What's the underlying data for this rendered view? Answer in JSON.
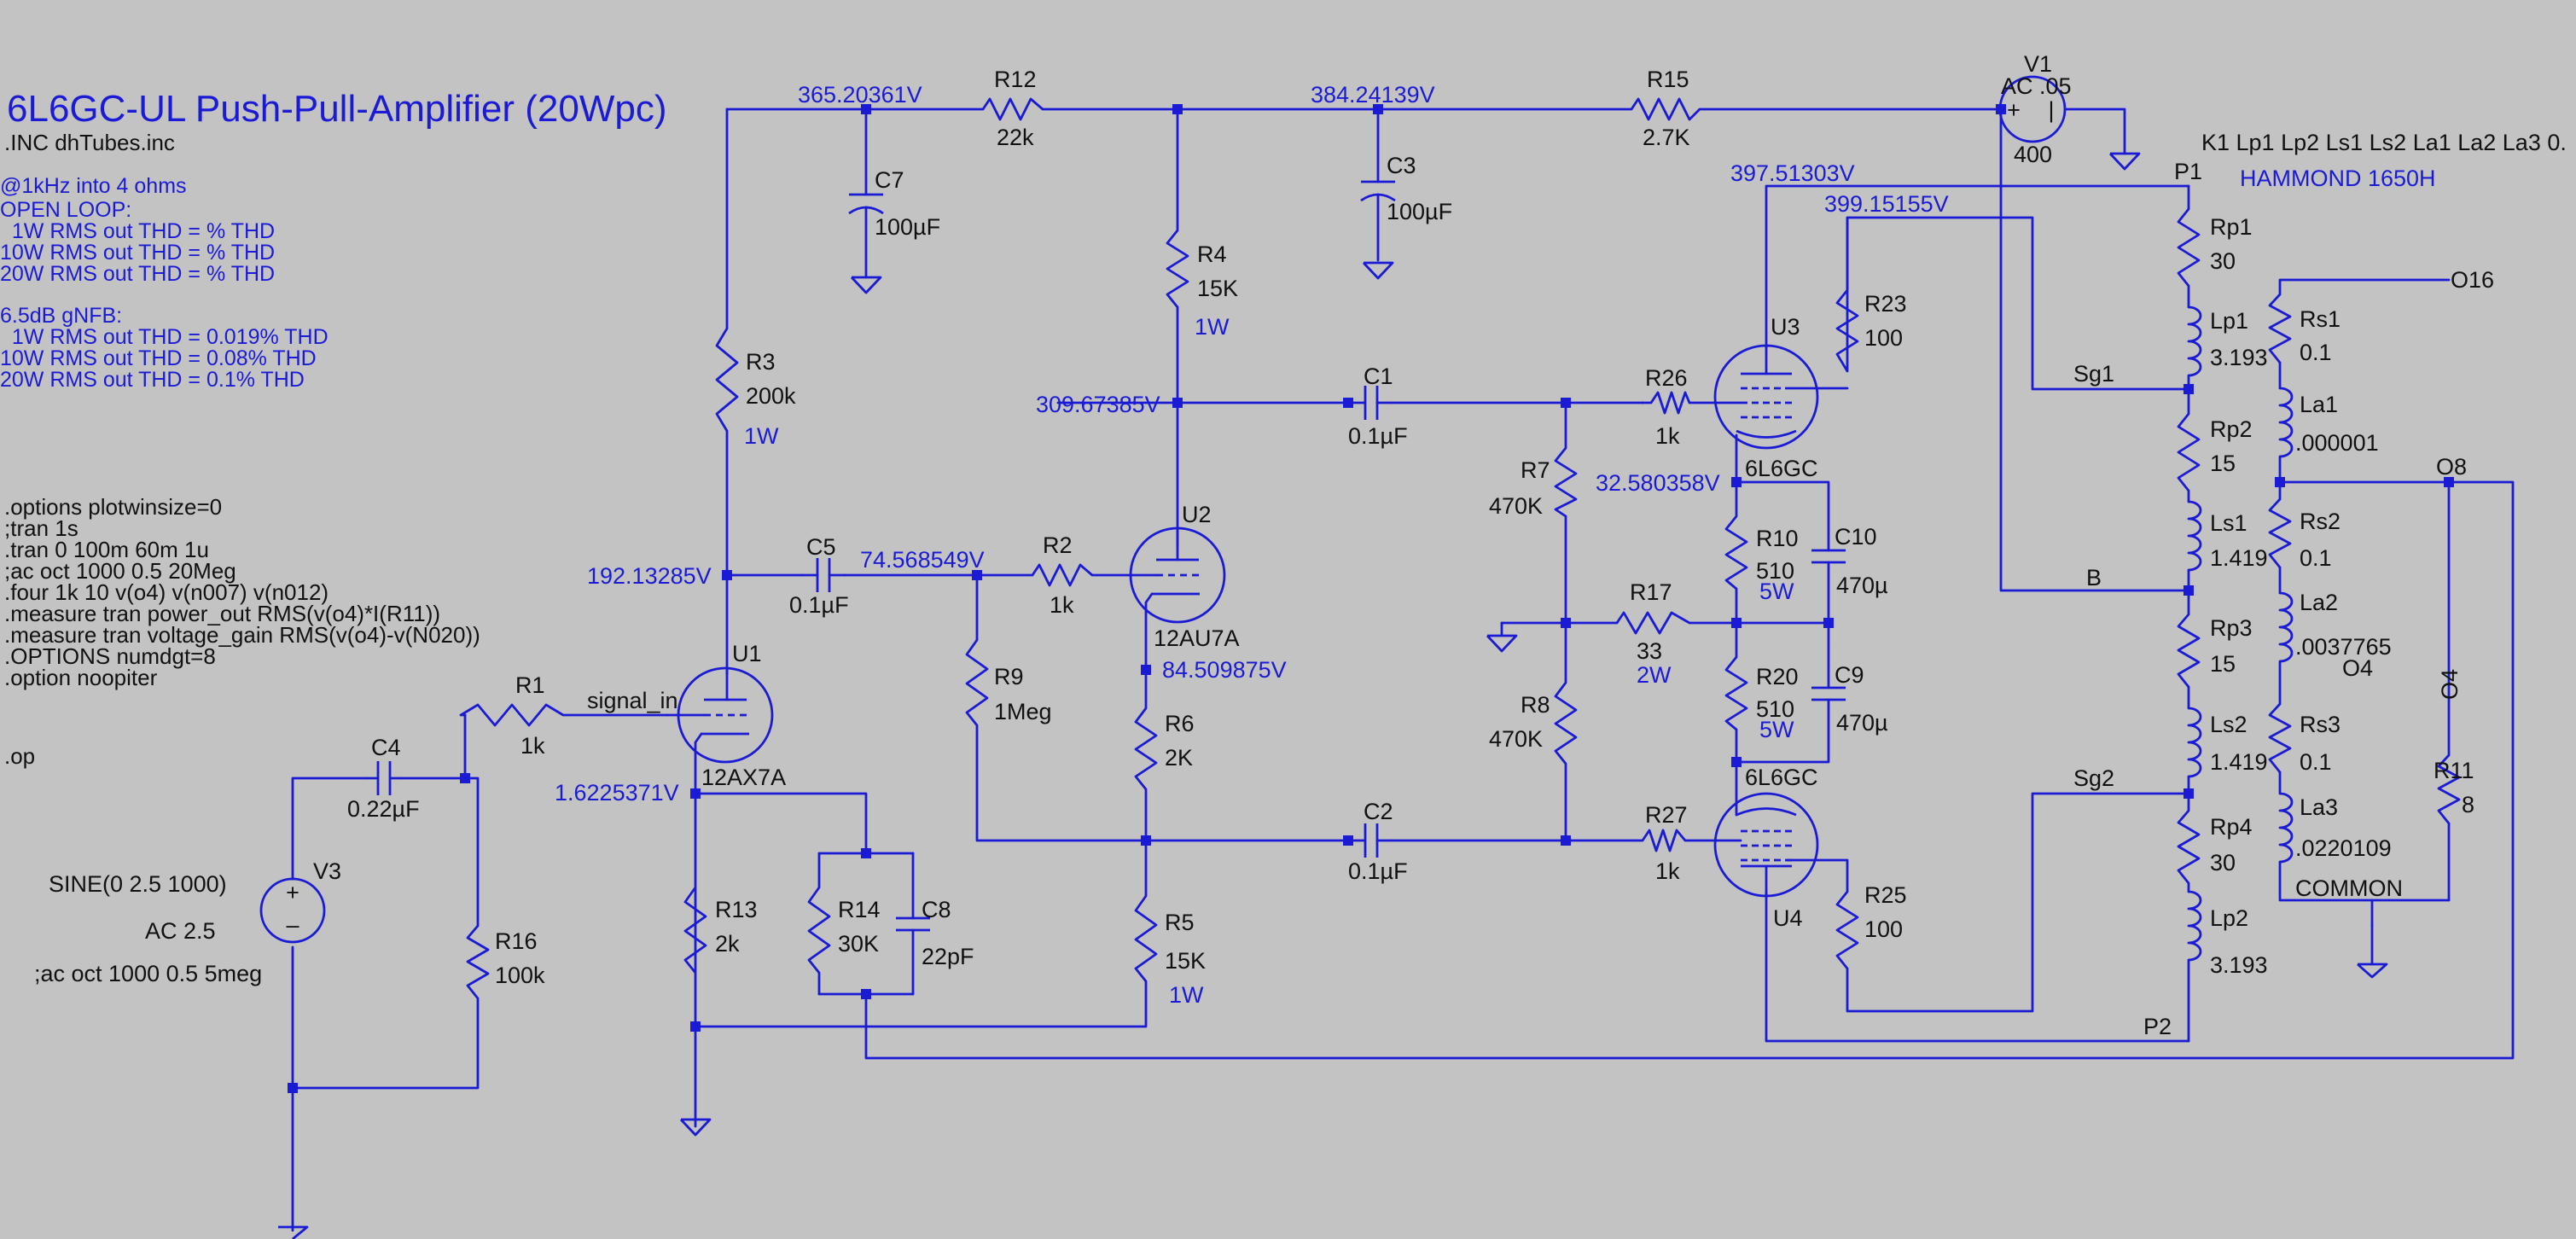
{
  "title": "6L6GC-UL Push-Pull-Amplifier (20Wpc)",
  "include_line": ".INC dhTubes.inc",
  "notes": [
    "@1kHz into 4 ohms",
    "OPEN LOOP:",
    "  1W RMS out THD = % THD",
    "10W RMS out THD = % THD",
    "20W RMS out THD = % THD",
    "6.5dB gNFB:",
    "  1W RMS out THD = 0.019% THD",
    "10W RMS out THD = 0.08% THD",
    "20W RMS out THD = 0.1% THD"
  ],
  "directives": [
    ".options plotwinsize=0",
    ";tran 1s",
    ".tran 0 100m 60m 1u",
    ";ac oct 1000 0.5 20Meg",
    ".four 1k 10 v(o4) v(n007) v(n012)",
    ".measure tran power_out RMS(v(o4)*I(R11))",
    ".measure tran voltage_gain RMS(v(o4)-v(N020))",
    ".OPTIONS numdgt=8",
    ".option noopiter"
  ],
  "op_directive": ".op",
  "voltages": {
    "v1": "365.20361V",
    "v2": "384.24139V",
    "v3": "397.51303V",
    "v4": "399.15155V",
    "v5": "309.67385V",
    "v6": "32.580358V",
    "v7": "192.13285V",
    "v8": "74.568549V",
    "v9": "84.509875V",
    "v10": "1.6225371V"
  },
  "net_labels": {
    "signal_in": "signal_in",
    "sg1": "Sg1",
    "sg2": "Sg2",
    "b": "B",
    "p1": "P1",
    "p2": "P2",
    "o16": "O16",
    "o8": "O8",
    "o4": "O4",
    "o4b": "O4",
    "common": "COMMON"
  },
  "components": {
    "r12": {
      "name": "R12",
      "value": "22k"
    },
    "r15": {
      "name": "R15",
      "value": "2.7K"
    },
    "c7": {
      "name": "C7",
      "value": "100µF"
    },
    "c3": {
      "name": "C3",
      "value": "100µF"
    },
    "r4": {
      "name": "R4",
      "value": "15K",
      "rating": "1W"
    },
    "r3": {
      "name": "R3",
      "value": "200k",
      "rating": "1W"
    },
    "c1": {
      "name": "C1",
      "value": "0.1µF"
    },
    "c2": {
      "name": "C2",
      "value": "0.1µF"
    },
    "c5": {
      "name": "C5",
      "value": "0.1µF"
    },
    "r2": {
      "name": "R2",
      "value": "1k"
    },
    "r26": {
      "name": "R26",
      "value": "1k"
    },
    "r27": {
      "name": "R27",
      "value": "1k"
    },
    "r7": {
      "name": "R7",
      "value": "470K"
    },
    "r8": {
      "name": "R8",
      "value": "470K"
    },
    "r9": {
      "name": "R9",
      "value": "1Meg"
    },
    "r6": {
      "name": "R6",
      "value": "2K"
    },
    "r5": {
      "name": "R5",
      "value": "15K",
      "rating": "1W"
    },
    "r1": {
      "name": "R1",
      "value": "1k"
    },
    "c4": {
      "name": "C4",
      "value": "0.22µF"
    },
    "r16": {
      "name": "R16",
      "value": "100k"
    },
    "r13": {
      "name": "R13",
      "value": "2k"
    },
    "r14": {
      "name": "R14",
      "value": "30K"
    },
    "c8": {
      "name": "C8",
      "value": "22pF"
    },
    "r10": {
      "name": "R10",
      "value": "510",
      "rating": "5W"
    },
    "r20": {
      "name": "R20",
      "value": "510",
      "rating": "5W"
    },
    "c10": {
      "name": "C10",
      "value": "470µ"
    },
    "c9": {
      "name": "C9",
      "value": "470µ"
    },
    "r17": {
      "name": "R17",
      "value": "33",
      "rating": "2W"
    },
    "r23": {
      "name": "R23",
      "value": "100"
    },
    "r25": {
      "name": "R25",
      "value": "100"
    },
    "r11": {
      "name": "R11",
      "value": "8"
    },
    "rp1": {
      "name": "Rp1",
      "value": "30"
    },
    "lp1": {
      "name": "Lp1",
      "value": "3.193"
    },
    "rp2": {
      "name": "Rp2",
      "value": "15"
    },
    "ls1": {
      "name": "Ls1",
      "value": "1.419"
    },
    "rp3": {
      "name": "Rp3",
      "value": "15"
    },
    "ls2": {
      "name": "Ls2",
      "value": "1.419"
    },
    "rp4": {
      "name": "Rp4",
      "value": "30"
    },
    "lp2": {
      "name": "Lp2",
      "value": "3.193"
    },
    "rs1": {
      "name": "Rs1",
      "value": "0.1"
    },
    "la1": {
      "name": "La1",
      "value": ".000001"
    },
    "rs2": {
      "name": "Rs2",
      "value": "0.1"
    },
    "la2": {
      "name": "La2",
      "value": ".0037765"
    },
    "rs3": {
      "name": "Rs3",
      "value": "0.1"
    },
    "la3": {
      "name": "La3",
      "value": ".0220109"
    },
    "u1": {
      "name": "U1",
      "value": "12AX7A"
    },
    "u2": {
      "name": "U2",
      "value": "12AU7A"
    },
    "u3": {
      "name": "U3",
      "value": "6L6GC"
    },
    "u4": {
      "name": "U4",
      "value": "6L6GC"
    },
    "v1": {
      "name": "V1",
      "line1": "AC .05",
      "value": "400"
    },
    "v3": {
      "name": "V3",
      "line1": "SINE(0 2.5 1000)",
      "line2": "AC 2.5",
      "line3": ";ac oct 1000 0.5 5meg"
    }
  },
  "transformer": {
    "pins": "K1 Lp1 Lp2 Ls1 Ls2 La1 La2 La3 0.",
    "model": "HAMMOND 1650H"
  }
}
